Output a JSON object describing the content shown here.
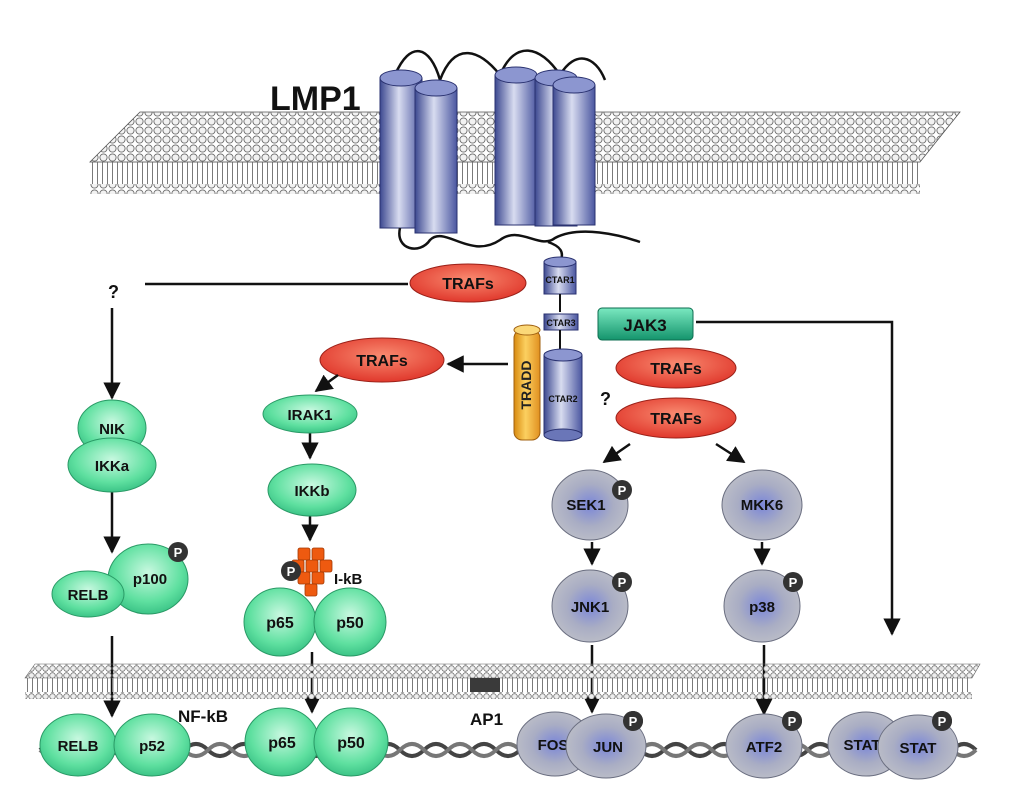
{
  "title": "LMP1",
  "question_marks": [
    "?",
    "?"
  ],
  "receptor_segments": {
    "ctar1": "CTAR1",
    "ctar3": "CTAR3",
    "ctar2": "CTAR2"
  },
  "adaptors": {
    "tradd": "TRADD",
    "jak3": "JAK3"
  },
  "trafs": {
    "top": "TRAFs",
    "left": "TRAFs",
    "right_upper": "TRAFs",
    "right_lower": "TRAFs"
  },
  "nfkb_noncanonical": {
    "nik": "NIK",
    "ikka": "IKKa",
    "relb": "RELB",
    "p100": "p100"
  },
  "nfkb_canonical": {
    "irak1": "IRAK1",
    "ikkb": "IKKb",
    "ikb": "I-kB",
    "p65": "p65",
    "p50": "p50"
  },
  "mapk": {
    "sek1": "SEK1",
    "jnk1": "JNK1",
    "mkk6": "MKK6",
    "p38": "p38"
  },
  "phospho_label": "P",
  "nucleus": {
    "nfkb_label": "NF-kB",
    "ap1_label": "AP1",
    "relb": "RELB",
    "p52": "p52",
    "p65": "p65",
    "p50": "p50",
    "fos": "FOS",
    "jun": "JUN",
    "atf2": "ATF2",
    "stat_left": "STAT",
    "stat_right": "STAT"
  },
  "colors": {
    "traf_red": "#e8463a",
    "green_protein": "#5fe0a0",
    "grey_protein": "#b5b8c4",
    "tradd_orange": "#f0a020",
    "jak3_teal": "#1fae84",
    "cylinder_blue": "#5a66a8",
    "phospho_dark": "#333333",
    "ikb_orange": "#ee5a10"
  }
}
